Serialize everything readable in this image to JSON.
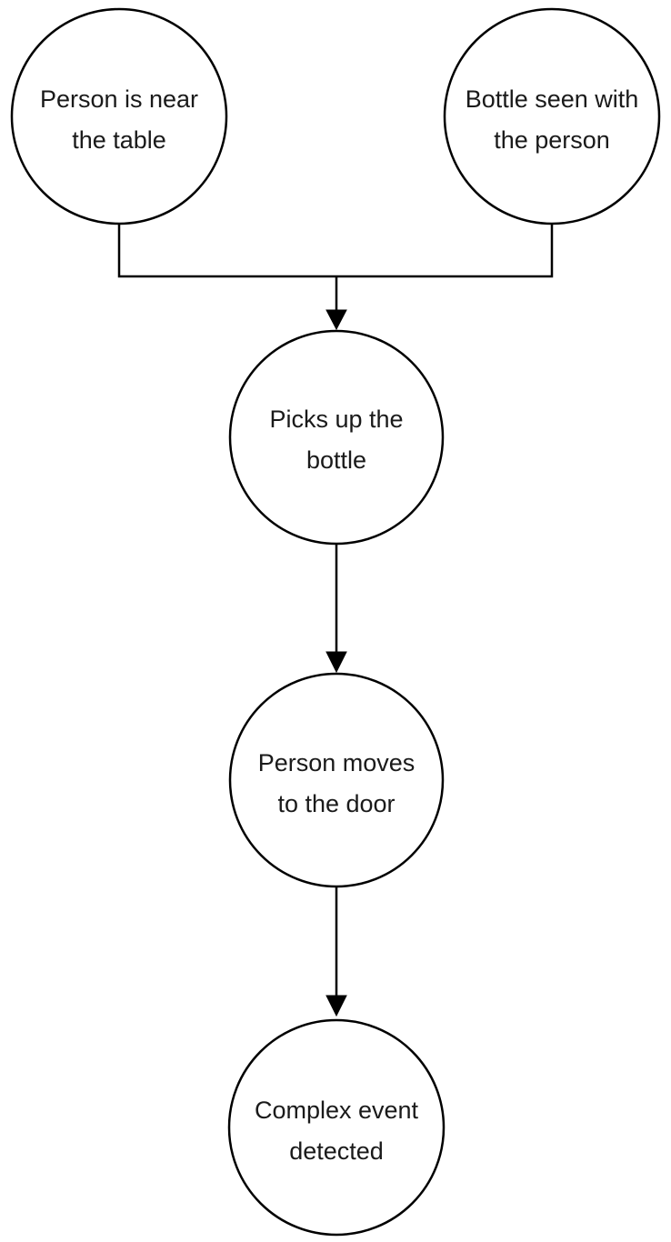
{
  "diagram": {
    "nodes": [
      {
        "id": "person-near-table",
        "lines": [
          "Person is near",
          "the table"
        ]
      },
      {
        "id": "bottle-seen",
        "lines": [
          "Bottle seen with",
          "the person"
        ]
      },
      {
        "id": "picks-up-bottle",
        "lines": [
          "Picks up the",
          "bottle"
        ]
      },
      {
        "id": "person-moves-door",
        "lines": [
          "Person moves",
          "to the door"
        ]
      },
      {
        "id": "complex-event",
        "lines": [
          "Complex event",
          "detected"
        ]
      }
    ],
    "edges": [
      {
        "from": "person-near-table",
        "to": "picks-up-bottle"
      },
      {
        "from": "bottle-seen",
        "to": "picks-up-bottle"
      },
      {
        "from": "picks-up-bottle",
        "to": "person-moves-door"
      },
      {
        "from": "person-moves-door",
        "to": "complex-event"
      }
    ]
  }
}
